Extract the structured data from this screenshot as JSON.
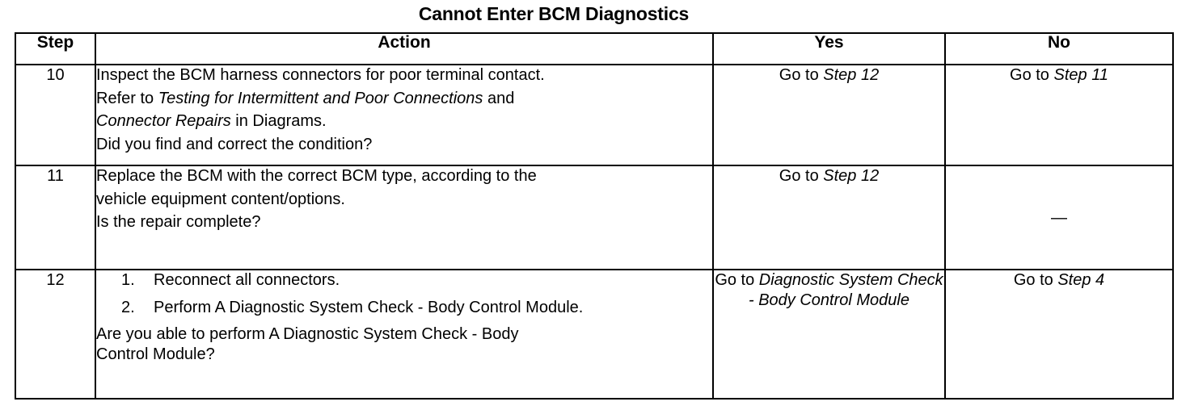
{
  "document": {
    "title": "Cannot Enter BCM Diagnostics"
  },
  "table": {
    "headers": {
      "step": "Step",
      "action": "Action",
      "yes": "Yes",
      "no": "No"
    },
    "rows": [
      {
        "step": "10",
        "action": {
          "line1_a": "Inspect the BCM harness connectors for poor terminal contact.",
          "line2_a": "Refer to ",
          "line2_italic": "Testing for Intermittent and Poor Connections",
          "line2_b": " and",
          "line3_italic": "Connector Repairs",
          "line3_b": " in Diagrams.",
          "question": "Did you find and correct the condition?"
        },
        "yes": {
          "prefix": "Go to ",
          "italic": "Step 12"
        },
        "no": {
          "prefix": "Go to ",
          "italic": "Step 11"
        }
      },
      {
        "step": "11",
        "action": {
          "line1_a": "Replace the BCM with the correct BCM type, according to the",
          "line2_a": "vehicle equipment content/options.",
          "question": "Is the repair complete?"
        },
        "yes": {
          "prefix": "Go to ",
          "italic": "Step 12"
        },
        "no": {
          "dash": "—"
        }
      },
      {
        "step": "12",
        "action": {
          "list": [
            {
              "marker": "1.",
              "text": "Reconnect all connectors."
            },
            {
              "marker": "2.",
              "text": "Perform A Diagnostic System Check - Body Control Module."
            }
          ],
          "question_line1": "Are you able to perform A Diagnostic System Check - Body",
          "question_line2": "Control Module?"
        },
        "yes": {
          "prefix": "Go to ",
          "italic": "Diagnostic System Check - Body Control Module"
        },
        "no": {
          "prefix": "Go to ",
          "italic": "Step 4"
        }
      }
    ]
  },
  "colors": {
    "text": "#000000",
    "background": "#ffffff",
    "border": "#000000"
  }
}
